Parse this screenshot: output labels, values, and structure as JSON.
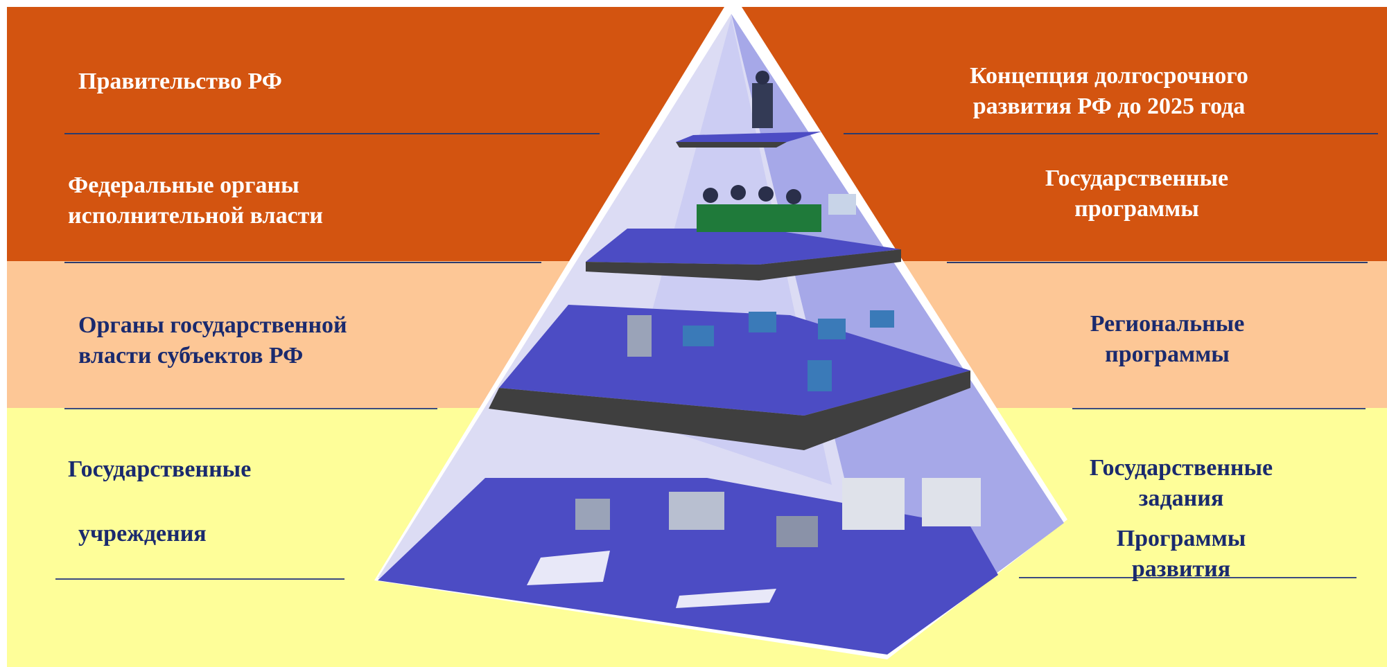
{
  "colors": {
    "top_band": "#d35410",
    "mid_band": "#fdc796",
    "bottom_band": "#fefe99",
    "pyramid_face": "#a6a8e8",
    "floor": "#4c4cc4",
    "text_dark": "#1a2a6e"
  },
  "left": {
    "level1": "Правительство РФ",
    "level2_line1": "Федеральные органы",
    "level2_line2": "исполнительной власти",
    "level3_line1": "Органы государственной",
    "level3_line2": "власти субъектов РФ",
    "level4_line1": "Государственные",
    "level4_line2": "учреждения"
  },
  "right": {
    "level1_line1": "Концепция долгосрочного",
    "level1_line2": "развития  РФ до 2025 года",
    "level2_line1": "Государственные",
    "level2_line2": "программы",
    "level3_line1": "Региональные",
    "level3_line2": "программы",
    "level4_line1": "Государственные",
    "level4_line2": "задания",
    "level4_line3": "Программы",
    "level4_line4": "развития"
  },
  "pyramid": {
    "icons": [
      "single-operator-icon",
      "meeting-table-icon",
      "office-workstations-icon",
      "factory-floor-icon"
    ]
  }
}
